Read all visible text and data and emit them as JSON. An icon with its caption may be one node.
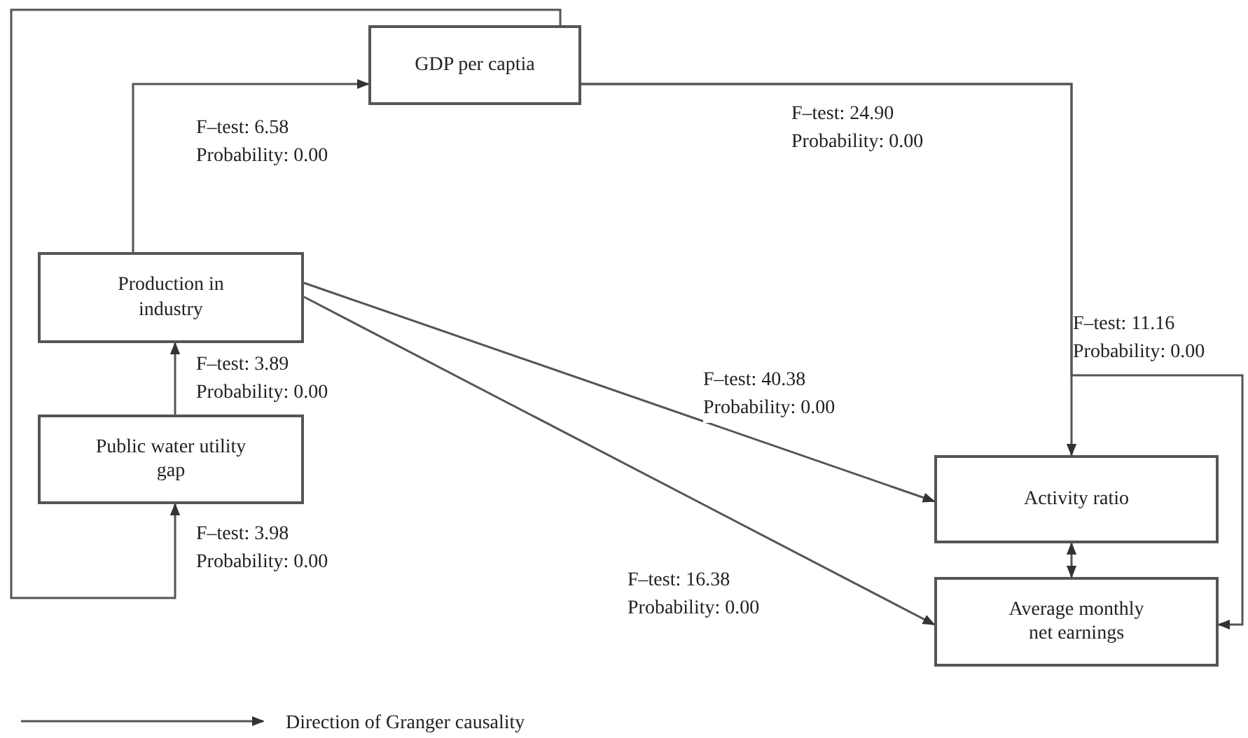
{
  "diagram": {
    "nodes": [
      {
        "text": [
          "GDP per captia"
        ]
      },
      {
        "text": [
          "Production in industry"
        ]
      },
      {
        "text": [
          "Public water utility gap"
        ]
      },
      {
        "text": [
          "Activity ratio"
        ]
      },
      {
        "text": [
          "Average monthly net earnings"
        ]
      }
    ],
    "edges": [
      {
        "from": 1,
        "to": 0,
        "arrow": "to",
        "label": "F–test: 6.58 Probability: 0.00"
      },
      {
        "from": 0,
        "to": 3,
        "arrow": "to",
        "label": "F–test: 24.90 Probability: 0.00"
      },
      {
        "from": 0,
        "to": 4,
        "arrow": "to",
        "label": "F–test: 11.16 Probability: 0.00"
      },
      {
        "from": 1,
        "to": 3,
        "arrow": "to",
        "label": "F–test: 40.38 Probability: 0.00"
      },
      {
        "from": 1,
        "to": 4,
        "arrow": "to",
        "label": "F–test: 16.38 Probability: 0.00"
      },
      {
        "from": 2,
        "to": 1,
        "arrow": "to",
        "label": "F–test: 3.89 Probability: 0.00"
      },
      {
        "from": 0,
        "to": 2,
        "arrow": "to",
        "label": "F–test: 3.98 Probability: 0.00"
      },
      {
        "from": 3,
        "to": 4,
        "arrow": "both"
      }
    ],
    "legend": [
      {
        "text": "Direction of Granger causality"
      }
    ]
  }
}
